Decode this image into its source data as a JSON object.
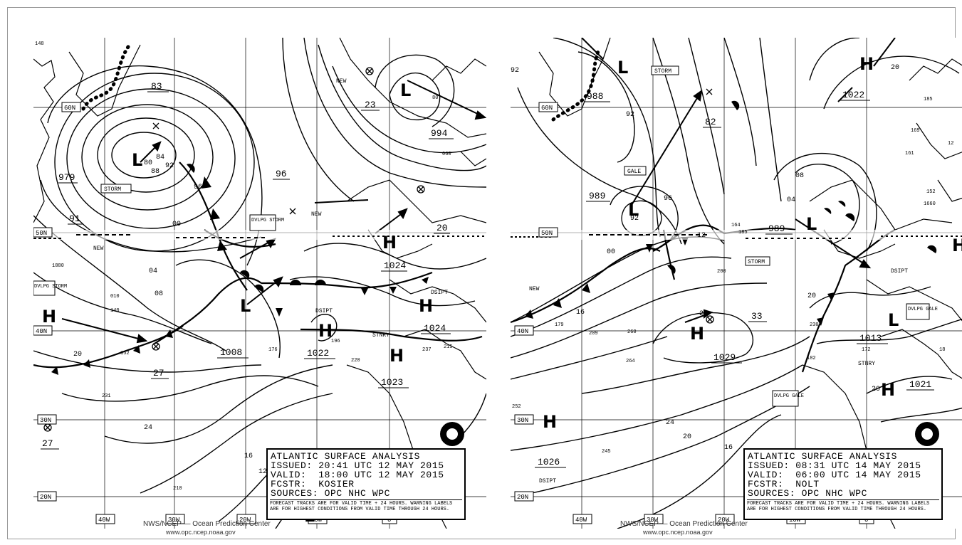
{
  "left": {
    "title": "ATLANTIC SURFACE ANALYSIS",
    "issued": "ISSUED: 20:41 UTC 12 MAY 2015",
    "valid": "VALID:  18:00 UTC 12 MAY 2015",
    "fcstr": "FCSTR:  KOSIER",
    "sources": "SOURCES: OPC NHC WPC",
    "note": "FORECAST TRACKS ARE FOR VALID TIME + 24 HOURS. WARNING LABELS ARE FOR HIGHEST CONDITIONS FROM VALID TIME THROUGH 24 HOURS.",
    "credit_line1": "NWS/NCEP — Ocean Prediction Center",
    "credit_line2": "www.opc.ncep.noaa.gov",
    "lat_labels": [
      "60N",
      "50N",
      "40N",
      "30N",
      "20N"
    ],
    "lon_labels": [
      "40W",
      "30W",
      "20W",
      "10W",
      "0"
    ],
    "pressure_labels": [
      "83",
      "979",
      "91",
      "96",
      "23",
      "994",
      "20",
      "1024",
      "1008",
      "27",
      "1022",
      "1023",
      "1024",
      "27",
      "20",
      "16",
      "24",
      "12",
      "88",
      "92",
      "96",
      "84",
      "80",
      "00",
      "04",
      "08"
    ],
    "system_labels": [
      "H",
      "L",
      "L",
      "H",
      "H",
      "H",
      "L",
      "H",
      "L"
    ],
    "text_labels": [
      "STORM",
      "DVLPG STORM",
      "NEW",
      "NEW",
      "NEW",
      "DSIPT",
      "DSIPT",
      "STNRY",
      "DVLPG STORM"
    ],
    "obs_labels": [
      "148",
      "1880",
      "140",
      "152",
      "231",
      "176",
      "220",
      "215",
      "237",
      "196",
      "80",
      "060",
      "010",
      "210"
    ]
  },
  "right": {
    "title": "ATLANTIC SURFACE ANALYSIS",
    "issued": "ISSUED: 08:31 UTC 14 MAY 2015",
    "valid": "VALID:  06:00 UTC 14 MAY 2015",
    "fcstr": "FCSTR:  NOLT",
    "sources": "SOURCES: OPC NHC WPC",
    "note": "FORECAST TRACKS ARE FOR VALID TIME + 24 HOURS. WARNING LABELS ARE FOR HIGHEST CONDITIONS FROM VALID TIME THROUGH 24 HOURS.",
    "credit_line1": "NWS/NCEP — Ocean Prediction Center",
    "credit_line2": "www.opc.ncep.noaa.gov",
    "lat_labels": [
      "60N",
      "50N",
      "40N",
      "30N",
      "20N"
    ],
    "lon_labels": [
      "40W",
      "30W",
      "20W",
      "10W",
      "0"
    ],
    "pressure_labels": [
      "92",
      "988",
      "92",
      "82",
      "1022",
      "20",
      "989",
      "92",
      "96",
      "989",
      "08",
      "04",
      "00",
      "12",
      "33",
      "1029",
      "28",
      "16",
      "20",
      "24",
      "20",
      "16",
      "1026",
      "1013",
      "1021",
      "20"
    ],
    "system_labels": [
      "H",
      "L",
      "L",
      "L",
      "H",
      "H",
      "H",
      "L",
      "H"
    ],
    "text_labels": [
      "STORM",
      "GALE",
      "NEW",
      "STORM",
      "DSIPT",
      "DSIPT",
      "STNRY",
      "DVLPG GALE",
      "DVLPG GALE"
    ],
    "obs_labels": [
      "185",
      "169",
      "161",
      "152",
      "1660",
      "12",
      "185",
      "164",
      "179",
      "209",
      "260",
      "264",
      "200",
      "230",
      "182",
      "172",
      "18",
      "252",
      "245"
    ]
  }
}
